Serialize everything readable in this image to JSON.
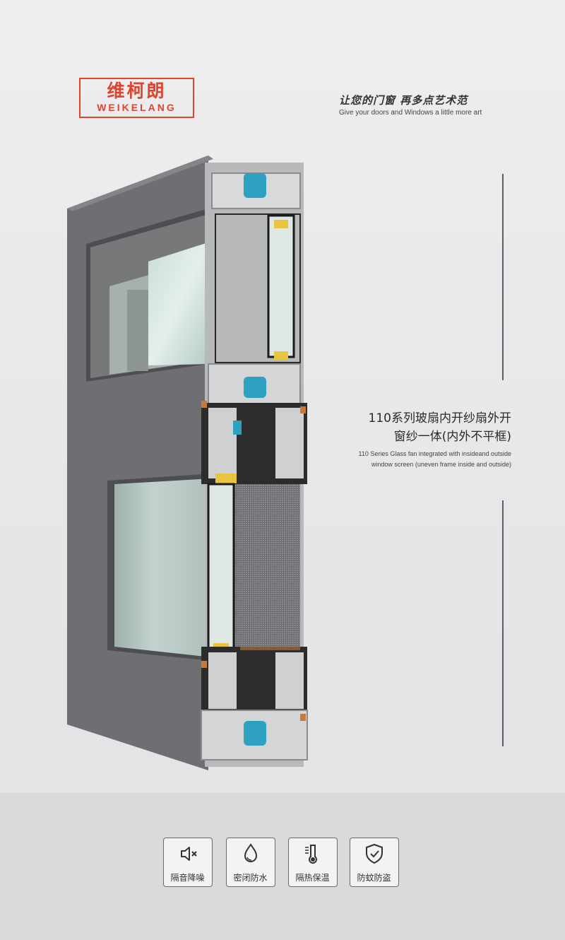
{
  "brand": {
    "name_cn": "维柯朗",
    "name_en": "WEIKELANG",
    "color": "#e0442e"
  },
  "slogan": {
    "cn": "让您的门窗 再多点艺术范",
    "en": "Give your doors and Windows a little more art"
  },
  "product": {
    "title_line1": "110系列玻扇内开纱扇外开",
    "title_line2": "窗纱一体(内外不平框)",
    "desc_en_line1": "110 Series Glass fan integrated with insideand outside",
    "desc_en_line2": "window screen (uneven frame inside and outside)"
  },
  "features": [
    {
      "icon": "sound-mute-icon",
      "label": "隔音降噪"
    },
    {
      "icon": "water-drop-icon",
      "label": "密闭防水"
    },
    {
      "icon": "thermometer-icon",
      "label": "隔热保温"
    },
    {
      "icon": "shield-check-icon",
      "label": "防蚊防盗"
    }
  ]
}
